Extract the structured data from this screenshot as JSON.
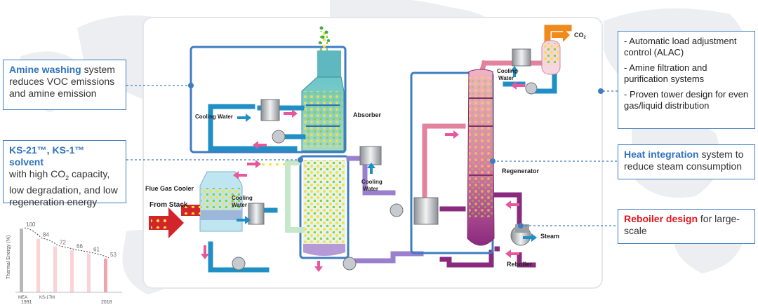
{
  "callouts": {
    "amine_washing": {
      "highlight": "Amine washing",
      "rest": " system reduces VOC emissions and amine emission"
    },
    "solvent": {
      "highlight": "KS-21™, KS-1™ solvent",
      "rest_pre": "with high CO",
      "sub": "2",
      "rest_post": " capacity, low degradation, and low regeneration energy"
    },
    "heat_integration": {
      "highlight": "Heat integration",
      "rest": " system to reduce steam consumption"
    },
    "reboiler_design": {
      "highlight": "Reboiler design",
      "rest": " for large-scale"
    },
    "features": [
      "Automatic load adjustment control (ALAC)",
      "Amine filtration and purification systems",
      "Proven tower design for even gas/liquid distribution"
    ]
  },
  "diagram_labels": {
    "absorber": "Absorber",
    "regenerator": "Regenerator",
    "reboiler": "Reboiler",
    "steam": "Steam",
    "flue_gas_cooler": "Flue Gas Cooler",
    "from_stack": "From Stack",
    "cooling_water_1": "Cooling Water",
    "cooling_water_2_line1": "Cooling",
    "cooling_water_2_line2": "Water",
    "cooling_water_3_line1": "Cooling",
    "cooling_water_3_line2": "Water",
    "cooling_water_4_line1": "Cooling",
    "cooling_water_4_line2": "Water",
    "co2_main": "CO",
    "co2_sub": "2"
  },
  "chart_data": {
    "type": "bar",
    "ylabel": "Thermal Energy (%)",
    "categories": [
      "MEA",
      "KS-1TM",
      "",
      "",
      "",
      ""
    ],
    "values": [
      100,
      84,
      72,
      66,
      61,
      53
    ],
    "value_labels": [
      "100",
      "84",
      "72",
      "66",
      "61",
      "53"
    ],
    "x_start": "1991",
    "x_end": "2018",
    "trend_line": true,
    "ylim": [
      0,
      110
    ]
  },
  "colors": {
    "accent_blue": "#3e7cc1",
    "absorber_teal": "#5fb8c0",
    "regenerator_purple": "#8a2a7e",
    "pipe_blue": "#1f8fc6",
    "pipe_purple": "#9a7fcf",
    "co2_orange": "#f08a1c",
    "reboiler_red": "#e0141e"
  }
}
